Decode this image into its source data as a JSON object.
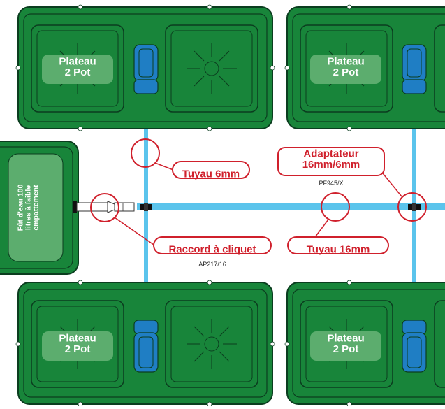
{
  "pots": {
    "top_left": "Plateau\n2 Pot",
    "top_right": "Plateau\n2 Pot",
    "bottom_left": "Plateau\n2 Pot",
    "bottom_right": "Plateau\n2 Pot"
  },
  "tank": {
    "label": "Fût d'eau 100\nlitres à faible\nempattement"
  },
  "callouts": {
    "pipe_6mm": "Tuyau 6mm",
    "adapter": "Adaptateur\n16mm/6mm",
    "adapter_code": "PF945/X",
    "ratchet": "Raccord à cliquet",
    "ratchet_code": "AP217/16",
    "pipe_16mm": "Tuyau 16mm"
  },
  "colors": {
    "tray_green": "#18853a",
    "tray_outline": "#0b3d1f",
    "pot_label_bg": "#5cad6e",
    "pipe_blue": "#5bc4ec",
    "valve_blue": "#1f7ec4",
    "callout_red": "#d0202c"
  }
}
